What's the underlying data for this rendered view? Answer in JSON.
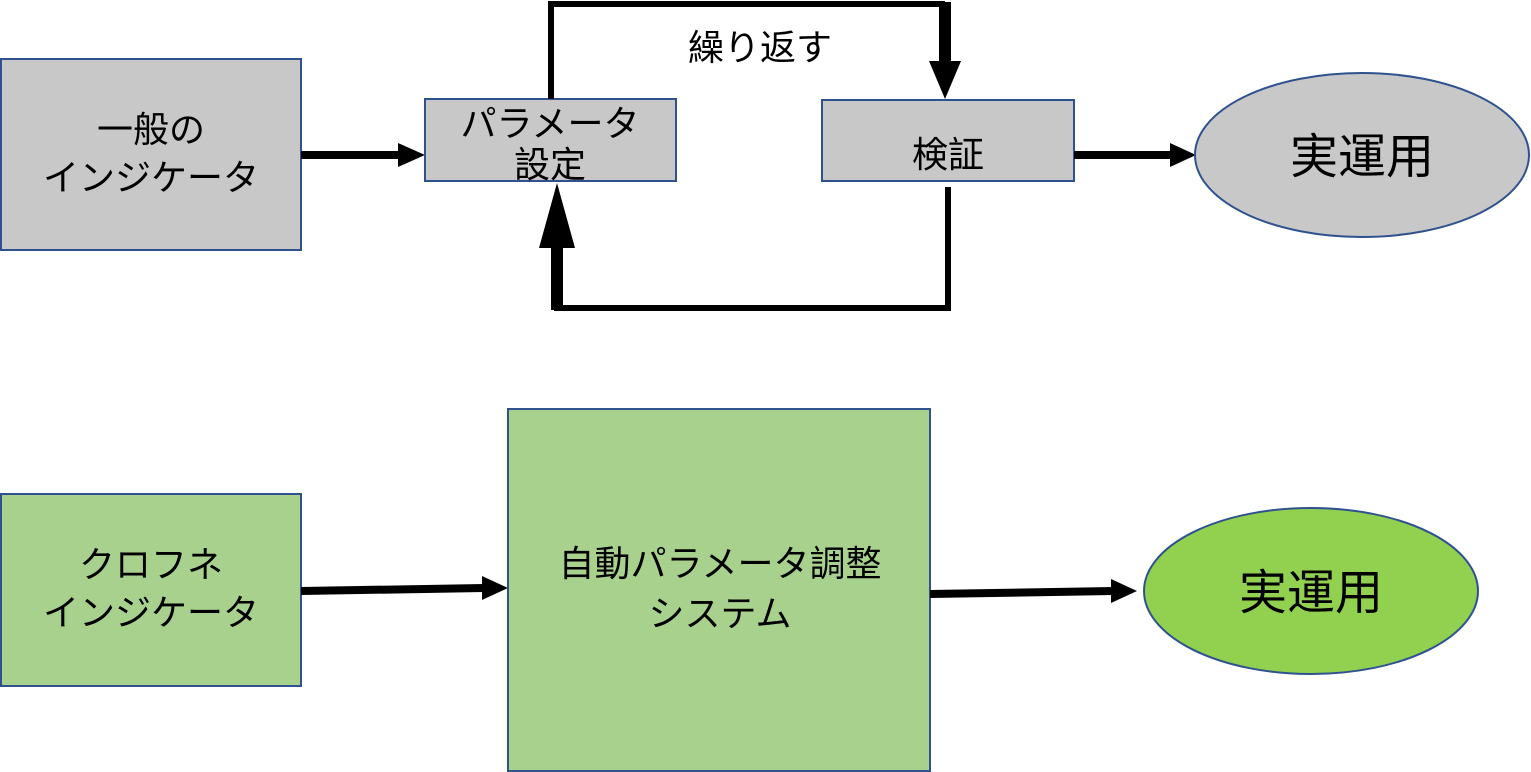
{
  "top_flow": {
    "general_indicator": [
      "一般の",
      "インジケータ"
    ],
    "parameter_setting": [
      "パラメータ",
      "設定"
    ],
    "repeat_label": "繰り返す",
    "verification": "検証",
    "production": "実運用"
  },
  "bottom_flow": {
    "kurofune_indicator": [
      "クロフネ",
      "インジケータ"
    ],
    "auto_tuning_system": [
      "自動パラメータ調整",
      "システム"
    ],
    "production": "実運用"
  },
  "colors": {
    "gray_fill": "#c8c8c8",
    "green_box_fill": "#a9d18e",
    "green_ellipse_fill": "#92d050",
    "border": "#2f528f",
    "arrow": "#000000"
  }
}
